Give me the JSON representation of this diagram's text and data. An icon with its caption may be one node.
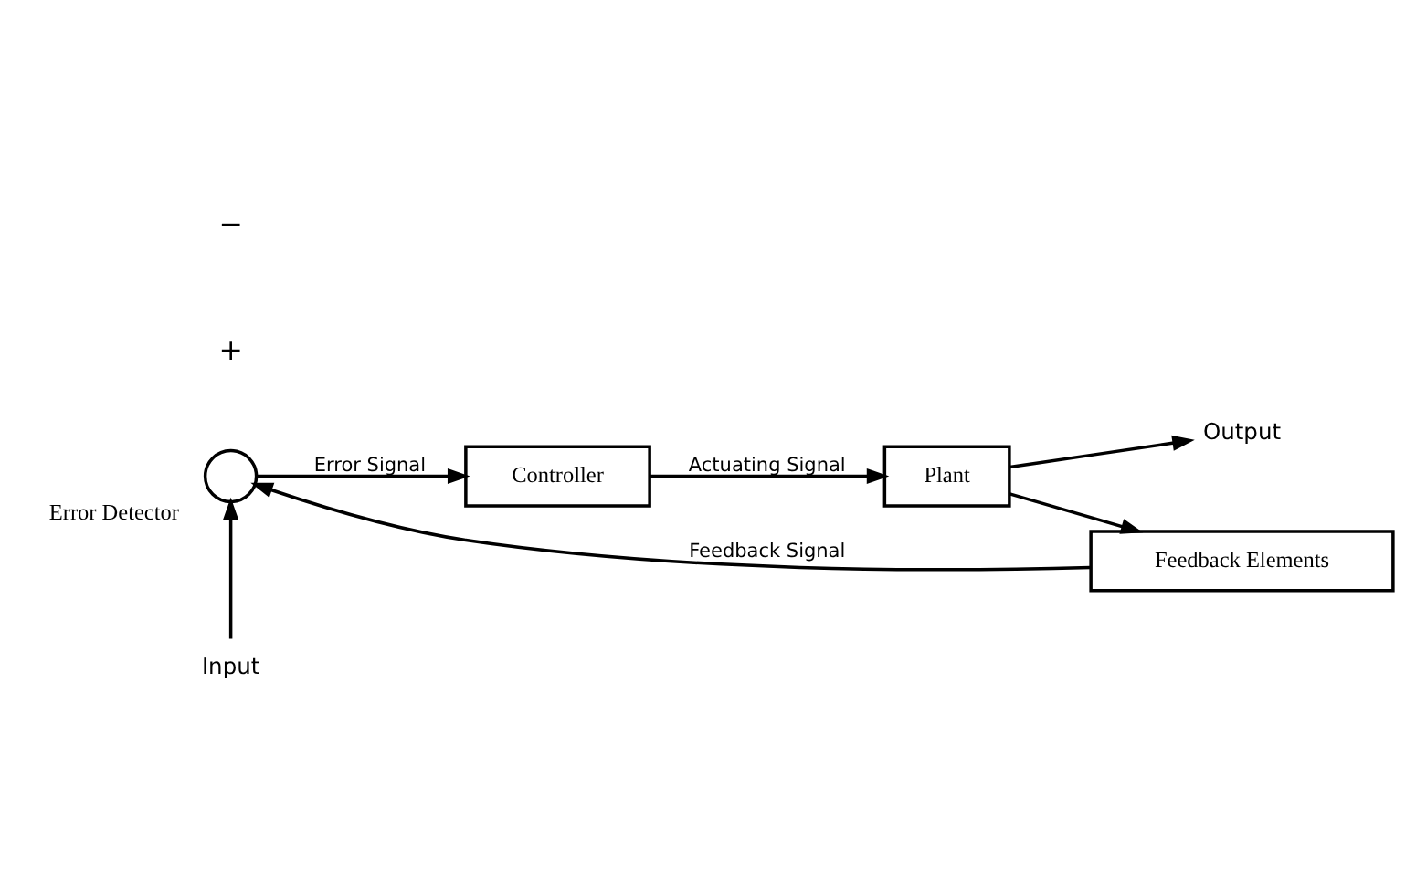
{
  "diagram": {
    "nodes": [
      {
        "text": [
          "Error Detector"
        ]
      },
      {
        "text": [
          "Input"
        ]
      },
      {
        "text": [
          "Controller"
        ]
      },
      {
        "text": [
          "Plant"
        ]
      },
      {
        "text": [
          "Output"
        ]
      },
      {
        "text": [
          "Feedback Elements"
        ]
      }
    ],
    "edges": [
      {
        "from": 1,
        "to": 0,
        "arrow": "to"
      },
      {
        "from": 0,
        "to": 2,
        "label": "Error Signal",
        "arrow": "to"
      },
      {
        "from": 2,
        "to": 3,
        "label": "Actuating Signal",
        "arrow": "to"
      },
      {
        "from": 3,
        "to": 4,
        "arrow": "to"
      },
      {
        "from": 3,
        "to": 5,
        "arrow": "to"
      },
      {
        "from": 5,
        "to": 0,
        "label": "Feedback Signal",
        "arrow": "to"
      }
    ],
    "labels": [
      "+",
      "−"
    ]
  }
}
